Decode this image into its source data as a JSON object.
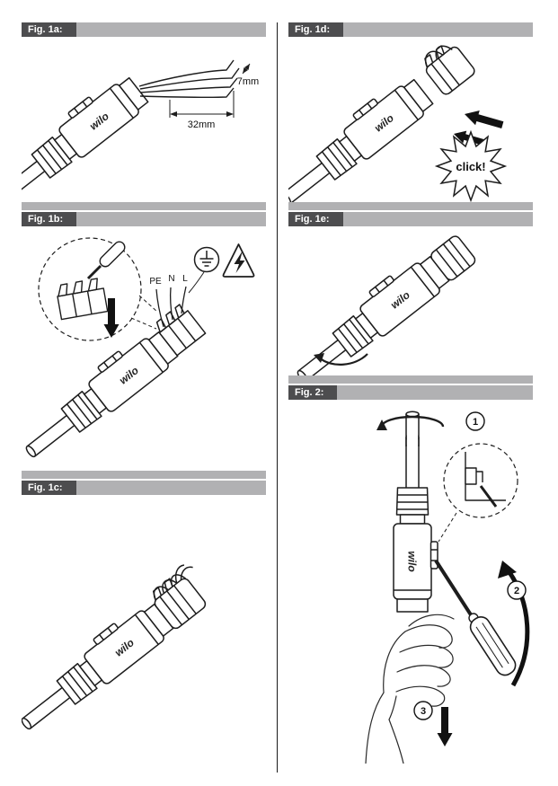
{
  "document": {
    "type": "installation-manual-figure-page"
  },
  "brand": "wilo",
  "colors": {
    "header_label_bg": "#4d4d4f",
    "header_bar_bg": "#b1b1b3",
    "line": "#1d1d1d",
    "page_bg": "#ffffff"
  },
  "figures": {
    "fig1a": {
      "label": "Fig. 1a:",
      "dim_tip": "7mm",
      "dim_strip": "32mm"
    },
    "fig1b": {
      "label": "Fig. 1b:",
      "wire_labels": {
        "pe": "PE",
        "n": "N",
        "l": "L"
      }
    },
    "fig1c": {
      "label": "Fig. 1c:"
    },
    "fig1d": {
      "label": "Fig. 1d:",
      "click": "click!"
    },
    "fig1e": {
      "label": "Fig. 1e:"
    },
    "fig2": {
      "label": "Fig. 2:",
      "steps": {
        "s1": "1",
        "s2": "2",
        "s3": "3"
      }
    }
  }
}
